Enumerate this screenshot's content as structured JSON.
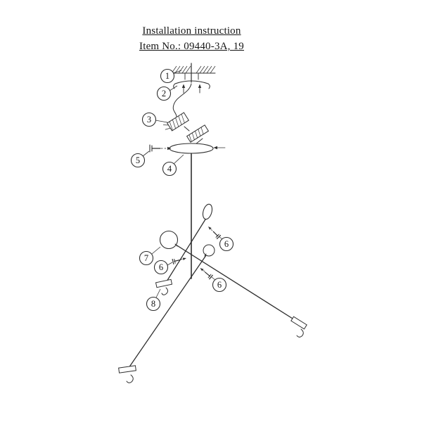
{
  "header": {
    "title": "Installation instruction",
    "item_no": "Item No.:  09440-3A, 19"
  },
  "diagram": {
    "kind": "ceiling-lamp-installation-steps",
    "line_color": "#2e2e2e",
    "background": "#ffffff"
  },
  "callouts": [
    {
      "label": "1",
      "part": "ceiling-mounting-bar"
    },
    {
      "label": "2",
      "part": "crossbar-bracket"
    },
    {
      "label": "3",
      "part": "wire-connector-block"
    },
    {
      "label": "5",
      "part": "canopy-side-screw"
    },
    {
      "label": "4",
      "part": "ceiling-canopy"
    },
    {
      "label": "6",
      "part": "set-screw-upper"
    },
    {
      "label": "7",
      "part": "glass-ball-shade"
    },
    {
      "label": "6",
      "part": "set-screw-middle"
    },
    {
      "label": "6",
      "part": "set-screw-lower"
    },
    {
      "label": "8",
      "part": "counterweight-clamp"
    }
  ]
}
